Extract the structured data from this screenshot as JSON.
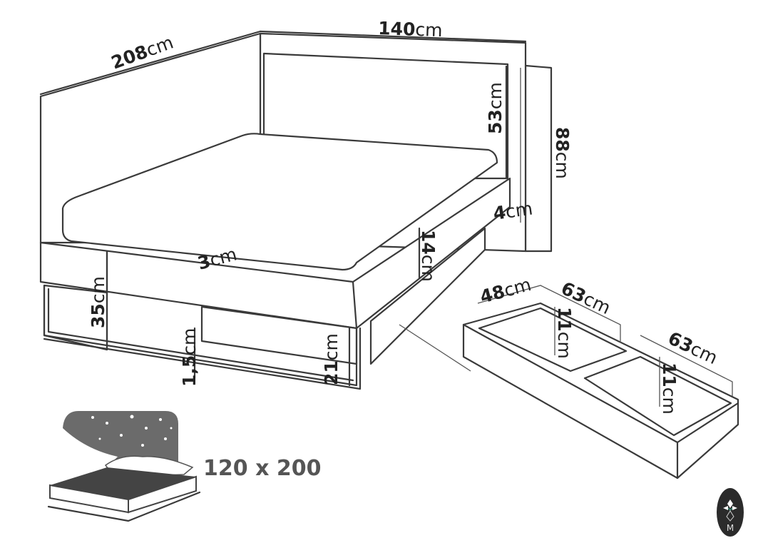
{
  "dimensions": {
    "length": {
      "value": "208",
      "unit": "cm"
    },
    "width": {
      "value": "140",
      "unit": "cm"
    },
    "headboard_panel_height": {
      "value": "53",
      "unit": "cm"
    },
    "total_height": {
      "value": "88",
      "unit": "cm"
    },
    "headboard_thickness": {
      "value": "4",
      "unit": "cm"
    },
    "frame_thickness": {
      "value": "3",
      "unit": "cm"
    },
    "side_rail_height": {
      "value": "14",
      "unit": "cm"
    },
    "frame_height": {
      "value": "35",
      "unit": "cm"
    },
    "leg_thickness": {
      "value": "1,5",
      "unit": "cm"
    },
    "clearance_height": {
      "value": "21",
      "unit": "cm"
    },
    "drawer_depth": {
      "value": "48",
      "unit": "cm"
    },
    "drawer1_width": {
      "value": "63",
      "unit": "cm"
    },
    "drawer1_height": {
      "value": "11",
      "unit": "cm"
    },
    "drawer2_width": {
      "value": "63",
      "unit": "cm"
    },
    "drawer2_height": {
      "value": "11",
      "unit": "cm"
    }
  },
  "mattress_size": "120 x 200",
  "logo": {
    "letter": "M"
  },
  "colors": {
    "line": "#3a3a3a",
    "icon_fill": "#6b6b6b",
    "logo_bg": "#2b2b2b",
    "logo_accent": "#3fa58a"
  }
}
